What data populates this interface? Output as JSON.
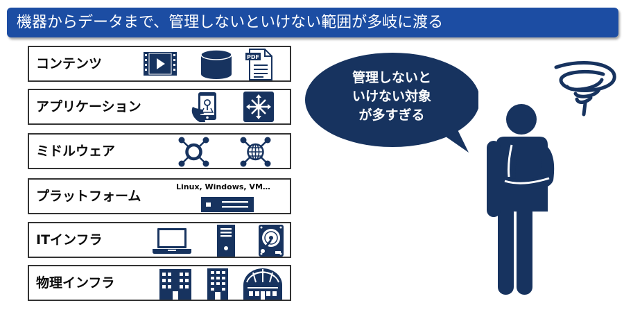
{
  "title": "機器からデータまで、管理しないといけない範囲が多岐に渡る",
  "layers": [
    {
      "label": "コンテンツ",
      "icons": [
        "video-icon",
        "database-icon",
        "pdf-document-icon"
      ]
    },
    {
      "label": "アプリケーション",
      "icons": [
        "smartphone-app-icon",
        "network-switch-icon"
      ]
    },
    {
      "label": "ミドルウェア",
      "icons": [
        "hub-network-icon",
        "globe-network-icon"
      ]
    },
    {
      "label": "プラットフォーム",
      "icons": [
        "server-unit-icon"
      ],
      "os_text": "Linux, Windows, VM…"
    },
    {
      "label": "ITインフラ",
      "icons": [
        "laptop-icon",
        "tower-server-icon",
        "hard-disk-icon"
      ]
    },
    {
      "label": "物理インフラ",
      "icons": [
        "office-building-icon",
        "tall-building-icon",
        "data-center-dome-icon"
      ]
    }
  ],
  "bubble": {
    "lines": [
      "管理しないと",
      "いけない対象",
      "が多すぎる"
    ]
  },
  "colors": {
    "navy": "#17335f",
    "title_bg": "#1c4da3",
    "title_text": "#ffffff",
    "layer_border": "#333333"
  }
}
